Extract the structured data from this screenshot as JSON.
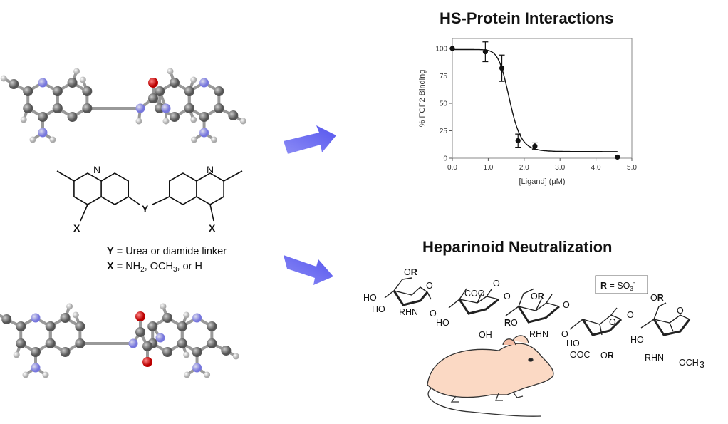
{
  "titles": {
    "hs_protein": "HS-Protein Interactions",
    "heparinoid": "Heparinoid Neutralization"
  },
  "scaffold": {
    "n_label": "N",
    "y_label": "Y",
    "x_label": "X",
    "caption_y_symbol": "Y",
    "caption_y_text": " = Urea or diamide linker",
    "caption_x_symbol": "X",
    "caption_x_text_a": " = NH",
    "caption_x_sub": "2",
    "caption_x_text_b": ", OCH",
    "caption_x_sub2": "3",
    "caption_x_text_c": ", or H"
  },
  "sugar": {
    "r_box_r": "R",
    "r_box_eq": " = SO",
    "r_box_sub": "3",
    "r_box_sup": "-",
    "labels": [
      "OR",
      "HO",
      "HO",
      "RHN",
      "O",
      "COO",
      "-",
      "HO",
      "OH",
      "O",
      "OR",
      "RO",
      "RHN",
      "O",
      "HO",
      "-",
      "OOC",
      "OR",
      "O",
      "HO",
      "OR",
      "RHN",
      "OCH",
      "3",
      "O",
      "O",
      "O",
      "O",
      "O"
    ]
  },
  "colors": {
    "arrow": "#6f6ff2",
    "carbon": "#777777",
    "nitrogen": "#9a9af0",
    "oxygen": "#cc1111",
    "hydrogen": "#d8d8d8",
    "mouse": "#fbd9c4"
  },
  "chart_data": {
    "type": "scatter",
    "title": "",
    "xlabel": "[Ligand] (μM)",
    "ylabel": "% FGF2 Binding",
    "xlim": [
      0,
      5
    ],
    "ylim": [
      0,
      100
    ],
    "xticks": [
      "0.0",
      "1.0",
      "2.0",
      "3.0",
      "4.0",
      "5.0"
    ],
    "yticks": [
      "0",
      "25",
      "50",
      "75",
      "100"
    ],
    "points": [
      {
        "x": 0.0,
        "y": 100,
        "err": 0
      },
      {
        "x": 0.92,
        "y": 97,
        "err": 9
      },
      {
        "x": 1.38,
        "y": 82,
        "err": 12
      },
      {
        "x": 1.83,
        "y": 16,
        "err": 6
      },
      {
        "x": 2.3,
        "y": 11,
        "err": 3
      },
      {
        "x": 4.6,
        "y": 1,
        "err": 0
      }
    ],
    "fit": {
      "type": "sigmoid",
      "top": 99,
      "bottom": 6,
      "ic50": 1.6,
      "hill": 10
    }
  }
}
